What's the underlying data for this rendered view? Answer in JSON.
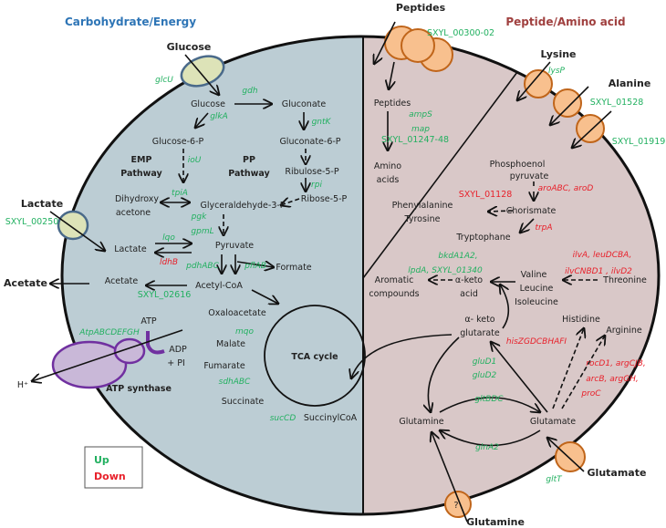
{
  "colors": {
    "up": "#22b060",
    "down": "#e8202a",
    "carb_region": "#bccdd4",
    "peptide_region": "#d9c8c8",
    "transporter_peptide": "#f8c08e",
    "atp_synthase": "#c9b8d8"
  },
  "carb": {
    "title": "Carbohydrate/Energy",
    "ext_glucose": "Glucose",
    "glcU": "glcU",
    "glucose": "Glucose",
    "gdh": "gdh",
    "gluconate": "Gluconate",
    "glkA": "glkA",
    "glucose6p": "Glucose-6-P",
    "gntK": "gntK",
    "gluconate6p": "Gluconate-6-P",
    "emp1": "EMP",
    "emp2": "Pathway",
    "ioU": "ioU",
    "pp1": "PP",
    "pp2": "Pathway",
    "ribulose": "Ribulose-5-P",
    "rpi": "rpi",
    "ribose": "Ribose-5-P",
    "tpiA": "tpiA",
    "dihydroxy1": "Dihydroxy",
    "dihydroxy2": "acetone",
    "g3p": "Glyceraldehyde-3-P",
    "pgk": "pgk",
    "gpmL": "gpmL",
    "ext_lactate": "Lactate",
    "sxyl00250": "SXYL_00250",
    "lqo": "lqo",
    "lactate": "Lactate",
    "pyruvate": "Pyruvate",
    "ldhB": "ldhB",
    "pdhABC": "pdhABC",
    "pflAB": "pflAB",
    "formate": "Formate",
    "ext_acetate": "Acetate",
    "acetate": "Acetate",
    "acetylcoa": "Acetyl-CoA",
    "sxyl02616": "SXYL_02616",
    "oxaloacetate": "Oxaloacetate",
    "mqo": "mqo",
    "malate": "Malate",
    "fumarate": "Fumarate",
    "sdhABC": "sdhABC",
    "succinate": "Succinate",
    "sucCD": "sucCD",
    "succinylcoa": "SuccinylCoA",
    "tca": "TCA cycle",
    "atp": "ATP",
    "atpgenes": "AtpABCDEFGH",
    "adp": "ADP",
    "pi": "+ PI",
    "atp_synthase": "ATP synthase",
    "hplus": "H⁺"
  },
  "legend": {
    "up": "Up",
    "down": "Down"
  },
  "pep": {
    "title": "Peptide/Amino acid",
    "ext_peptides": "Peptides",
    "sxyl00300": "SXYL_00300-02",
    "peptides": "Peptides",
    "ampS": "ampS",
    "map": "map",
    "sxyl01247": "SXYL_01247-48",
    "amino1": "Amino",
    "amino2": "acids",
    "ext_lysine": "Lysine",
    "lysP": "lysP",
    "ext_alanine": "Alanine",
    "sxyl01528": "SXYL_01528",
    "sxyl01919": "SXYL_01919",
    "pep1": "Phosphoenol",
    "pep2": "pyruvate",
    "aro": "aroABC, aroD",
    "sxyl01128": "SXYL_01128",
    "phe": "Phenylalanine",
    "tyr": "Tyrosine",
    "chorismate": "Chorismate",
    "trpA": "trpA",
    "trp": "Tryptophane",
    "bkd1": "bkdA1A2,",
    "bkd2": "lpdA, SXYL_01340",
    "ilv1": "ilvA, leuDCBA,",
    "ilv2": "ilvCNBD1 , ilvD2",
    "arom1": "Aromatic",
    "arom2": "compounds",
    "aketo1": "α-keto",
    "aketo2": "acid",
    "valine": "Valine",
    "leucine": "Leucine",
    "isoleucine": "Isoleucine",
    "threonine": "Threonine",
    "akg1": "α- keto",
    "akg2": "glutarate",
    "histidine": "Histidine",
    "arginine": "Arginine",
    "his": "hisZGDCBHAFI",
    "gluD1": "gluD1",
    "gluD2": "gluD2",
    "roc1": "rocD1, argCJB,",
    "roc2": "arcB, argGH,",
    "roc3": "proC",
    "gltBDC": "gltBDC",
    "glutamine": "Glutamine",
    "glutamate": "Glutamate",
    "glnA2": "glnA2",
    "gltT": "gltT",
    "ext_glutamate": "Glutamate",
    "ext_glutamine": "Glutamine",
    "unknown": "?"
  }
}
